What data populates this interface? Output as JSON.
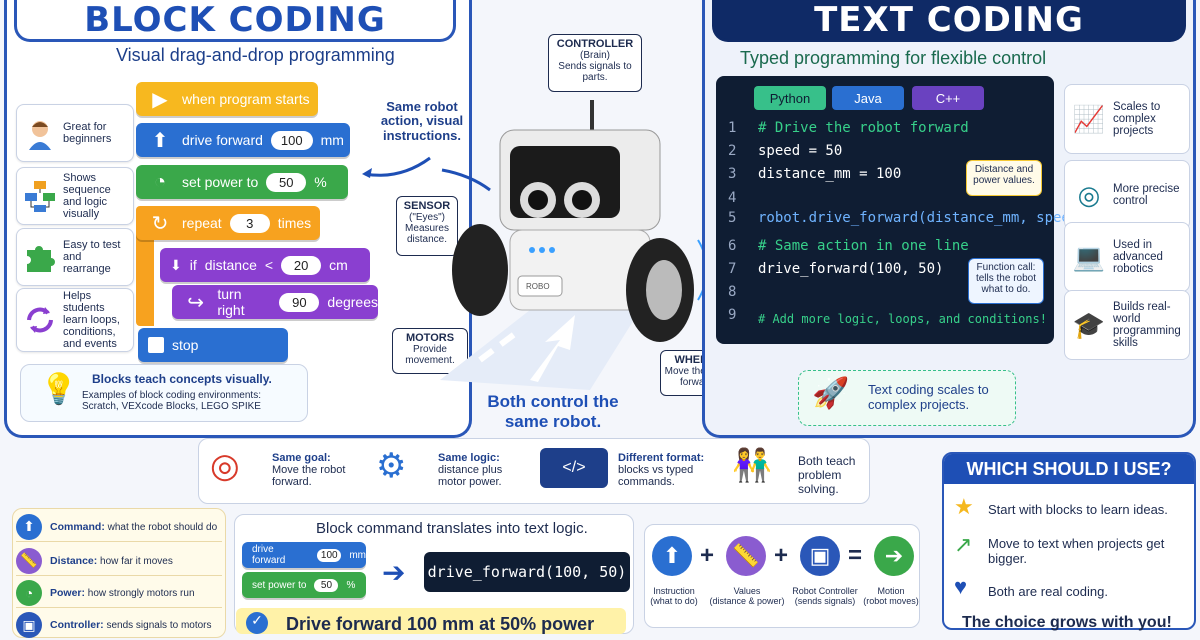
{
  "left": {
    "title": "BLOCK CODING",
    "subtitle": "Visual drag-and-drop programming",
    "features": [
      {
        "icon": "student-icon",
        "text": "Great for beginners"
      },
      {
        "icon": "flowchart-icon",
        "text": "Shows sequence and logic visually"
      },
      {
        "icon": "puzzle-icon",
        "text": "Easy to test and rearrange"
      },
      {
        "icon": "loop-icon",
        "text": "Helps students learn loops, conditions, and events"
      }
    ],
    "blocks": {
      "start": "when program starts",
      "drive": "drive forward",
      "drive_val": "100",
      "drive_unit": "mm",
      "power": "set power to",
      "power_val": "50",
      "power_unit": "%",
      "repeat": "repeat",
      "repeat_val": "3",
      "repeat_unit": "times",
      "if": "if",
      "if_var": "distance",
      "if_op": "<",
      "if_val": "20",
      "if_unit": "cm",
      "turn": "turn right",
      "turn_val": "90",
      "turn_unit": "degrees",
      "stop": "stop"
    },
    "note_title": "Blocks teach concepts visually.",
    "note_body": "Examples of block coding environments: Scratch, VEXcode Blocks, LEGO SPIKE"
  },
  "center": {
    "same_action": "Same robot action, visual instructions.",
    "controller_title": "CONTROLLER",
    "controller_sub": "(Brain)",
    "controller_body": "Sends signals to parts.",
    "sensor_title": "SENSOR",
    "sensor_sub": "(\"Eyes\")",
    "sensor_body": "Measures distance.",
    "motors_title": "MOTORS",
    "motors_body": "Provide movement.",
    "wheels_title": "WHEELS",
    "wheels_body": "Move the robot forward.",
    "robo_label": "ROBO",
    "both_control": "Both control the same robot."
  },
  "right": {
    "title": "TEXT CODING",
    "subtitle": "Typed programming for flexible control",
    "tabs": [
      "Python",
      "Java",
      "C++"
    ],
    "code_lines": [
      {
        "n": "1",
        "text": "# Drive the robot forward"
      },
      {
        "n": "2",
        "text": "speed = 50"
      },
      {
        "n": "3",
        "text": "distance_mm = 100"
      },
      {
        "n": "4",
        "text": ""
      },
      {
        "n": "5",
        "text": "robot.drive_forward(distance_mm, speed)"
      },
      {
        "n": "6",
        "text": "# Same action in one line"
      },
      {
        "n": "7",
        "text": "drive_forward(100, 50)"
      },
      {
        "n": "8",
        "text": ""
      },
      {
        "n": "9",
        "text": "# Add more logic, loops, and conditions!"
      }
    ],
    "callout_values": "Distance and power values.",
    "callout_function": "Function call: tells the robot what to do.",
    "features": [
      {
        "icon": "growth-chart-icon",
        "text": "Scales to complex projects"
      },
      {
        "icon": "target-icon",
        "text": "More precise control"
      },
      {
        "icon": "laptop-code-icon",
        "text": "Used in advanced robotics"
      },
      {
        "icon": "graduation-cap-icon",
        "text": "Builds real-world programming skills"
      }
    ],
    "note": "Text coding scales to complex projects."
  },
  "compare": [
    {
      "title": "Same goal:",
      "body": "Move the robot forward."
    },
    {
      "title": "Same logic:",
      "body": "distance plus motor power."
    },
    {
      "title": "Different format:",
      "body": "blocks vs typed commands."
    },
    {
      "title": "",
      "body": "Both teach problem solving."
    }
  ],
  "legend": [
    {
      "term": "Command:",
      "desc": "what the robot should do",
      "color": "#2a6fd1"
    },
    {
      "term": "Distance:",
      "desc": "how far it moves",
      "color": "#8a5cd0"
    },
    {
      "term": "Power:",
      "desc": "how strongly motors run",
      "color": "#3aa84a"
    },
    {
      "term": "Controller:",
      "desc": "sends signals to motors",
      "color": "#2a57b8"
    }
  ],
  "translate": {
    "title": "Block command translates into text logic.",
    "drive": "drive forward",
    "drive_val": "100",
    "drive_unit": "mm",
    "power": "set power to",
    "power_val": "50",
    "power_unit": "%",
    "code": "drive_forward(100, 50)",
    "banner": "Drive forward 100 mm at 50% power"
  },
  "equation": {
    "items": [
      {
        "label": "Instruction",
        "sub": "(what to do)"
      },
      {
        "label": "Values",
        "sub": "(distance & power)"
      },
      {
        "label": "Robot Controller",
        "sub": "(sends signals)"
      },
      {
        "label": "Motion",
        "sub": "(robot moves)"
      }
    ],
    "plus": "+",
    "equals": "="
  },
  "which": {
    "title": "WHICH SHOULD I USE?",
    "items": [
      "Start with blocks to learn ideas.",
      "Move to text when projects get bigger.",
      "Both are real coding."
    ],
    "footer": "The choice grows with you!"
  }
}
